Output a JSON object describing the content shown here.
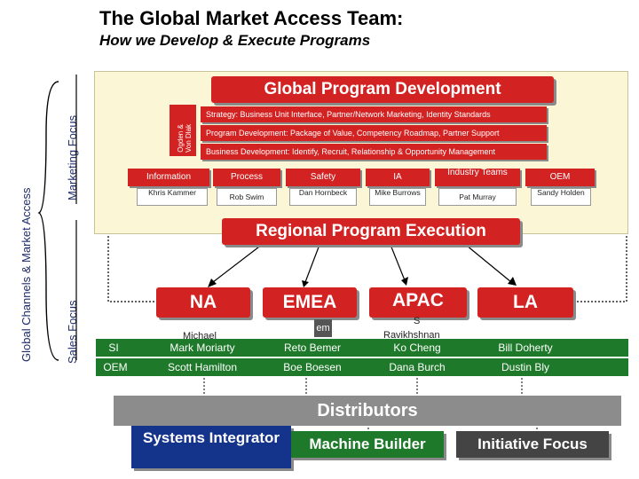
{
  "title": "The Global Market Access Team:",
  "subtitle": "How we Develop & Execute Programs",
  "side_labels": {
    "outer": "Global Channels & Market Access",
    "marketing": "Marketing Focus",
    "sales": "Sales Focus"
  },
  "development": {
    "header": "Global Program Development",
    "owner": [
      "Ogden &",
      "Von Dlak"
    ],
    "strips": [
      "Strategy: Business Unit Interface, Partner/Network Marketing, Identity Standards",
      "Program Development: Package of Value, Competency Roadmap, Partner Support",
      "Business Development: Identify, Recruit, Relationship & Opportunity Management"
    ],
    "segments": [
      {
        "label": "Information",
        "person": "Khris Kammer"
      },
      {
        "label": "Process",
        "person": "Rob Swim"
      },
      {
        "label": "Safety",
        "person": "Dan Hornbeck"
      },
      {
        "label": "IA",
        "person": "Mike Burrows"
      },
      {
        "label": "Industry Teams",
        "person": "Pat Murray"
      },
      {
        "label": "OEM",
        "person": "Sandy Holden"
      }
    ]
  },
  "execution": {
    "header": "Regional Program Execution",
    "regions": [
      "NA",
      "EMEA",
      "APAC",
      "LA"
    ],
    "overlay_fragments": [
      "Michael",
      "em",
      "S",
      "Ravikhshnan"
    ],
    "rows": [
      {
        "label": "SI",
        "values": [
          "Mark Moriarty",
          "Reto Bemer",
          "Ko Cheng",
          "Bill Doherty"
        ]
      },
      {
        "label": "OEM",
        "values": [
          "Scott Hamilton",
          "Boe Boesen",
          "Dana Burch",
          "Dustin Bly"
        ]
      }
    ]
  },
  "distributors": {
    "header": "Distributors",
    "buttons": [
      "Systems Integrator",
      "Machine Builder",
      "Initiative Focus"
    ]
  },
  "colors": {
    "accent_red": "#d32222",
    "row_green": "#1e7a2a",
    "panel_bg": "#fbf7d6",
    "navy": "#14338a",
    "dist_gray": "#8c8c8c"
  }
}
